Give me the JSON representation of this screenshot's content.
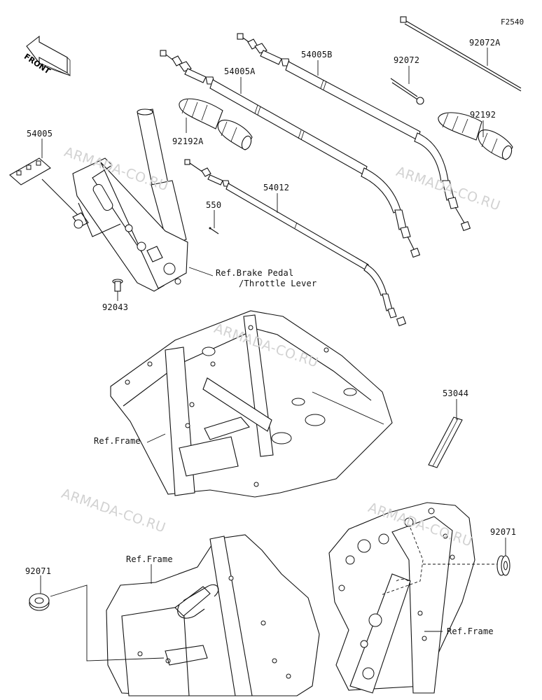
{
  "diagram_code": "F2540",
  "watermark_text": "ARMADA-CO.RU",
  "front_label": "FRONT",
  "parts": [
    {
      "id": "p54005",
      "label": "54005"
    },
    {
      "id": "p54005A",
      "label": "54005A"
    },
    {
      "id": "p54005B",
      "label": "54005B"
    },
    {
      "id": "p54012",
      "label": "54012"
    },
    {
      "id": "p92192A",
      "label": "92192A"
    },
    {
      "id": "p92192",
      "label": "92192"
    },
    {
      "id": "p92072",
      "label": "92072"
    },
    {
      "id": "p92072A",
      "label": "92072A"
    },
    {
      "id": "p550",
      "label": "550"
    },
    {
      "id": "p92043",
      "label": "92043"
    },
    {
      "id": "p53044",
      "label": "53044"
    },
    {
      "id": "p92071a",
      "label": "92071"
    },
    {
      "id": "p92071b",
      "label": "92071"
    }
  ],
  "references": [
    {
      "id": "ref1",
      "line1": "Ref.Brake Pedal",
      "line2": "/Throttle Lever"
    },
    {
      "id": "ref2",
      "line1": "Ref.Frame"
    },
    {
      "id": "ref3",
      "line1": "Ref.Frame"
    },
    {
      "id": "ref4",
      "line1": "Ref.Frame"
    }
  ]
}
